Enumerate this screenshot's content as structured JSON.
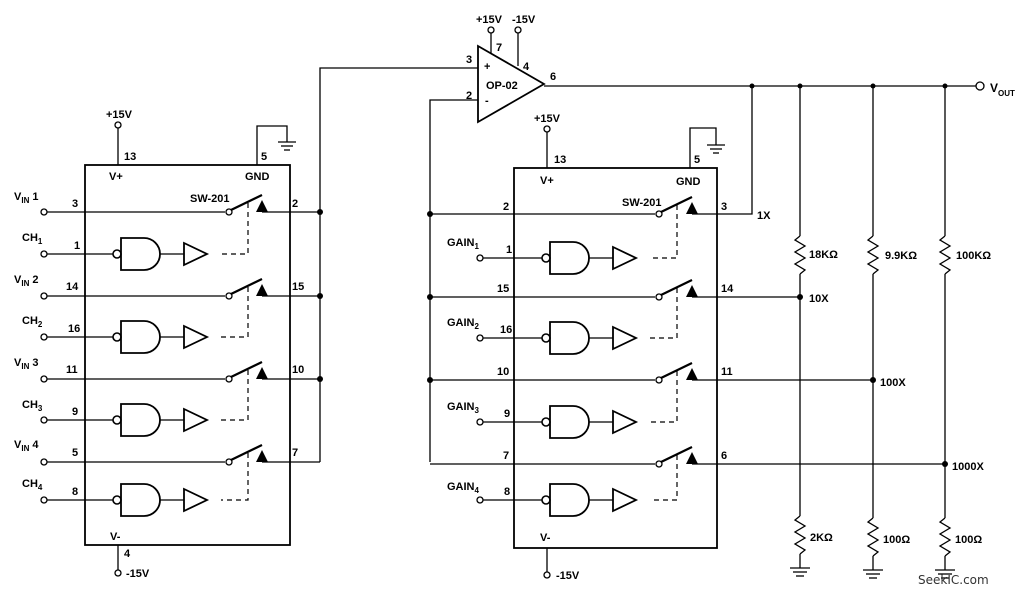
{
  "power": {
    "pos": "+15V",
    "neg": "-15V"
  },
  "opamp": {
    "name": "OP-02",
    "pin_plus": "+",
    "pin_minus": "-",
    "pin3": "3",
    "pin2": "2",
    "pin7": "7",
    "pin4": "4",
    "pin6": "6"
  },
  "output": {
    "label": "V",
    "sub": "OUT"
  },
  "left_chip": {
    "name": "SW-201",
    "vplus": "V+",
    "vminus": "V-",
    "gnd": "GND",
    "pin_vplus": "13",
    "pin_gnd": "5",
    "pin_vminus": "4",
    "inputs": [
      {
        "label": "V",
        "sub": "IN",
        "num": "1",
        "pin": "3",
        "out_pin": "2"
      },
      {
        "label": "V",
        "sub": "IN",
        "num": "2",
        "pin": "14",
        "out_pin": "15"
      },
      {
        "label": "V",
        "sub": "IN",
        "num": "3",
        "pin": "11",
        "out_pin": "10"
      },
      {
        "label": "V",
        "sub": "IN",
        "num": "4",
        "pin": "5",
        "out_pin": "7"
      }
    ],
    "controls": [
      {
        "label": "CH",
        "sub": "1",
        "pin": "1"
      },
      {
        "label": "CH",
        "sub": "2",
        "pin": "16"
      },
      {
        "label": "CH",
        "sub": "3",
        "pin": "9"
      },
      {
        "label": "CH",
        "sub": "4",
        "pin": "8"
      }
    ]
  },
  "right_chip": {
    "name": "SW-201",
    "vplus": "V+",
    "vminus": "V-",
    "gnd": "GND",
    "pin_vplus": "13",
    "pin_gnd": "5",
    "inputs": [
      {
        "pin": "2",
        "out_pin": "3"
      },
      {
        "pin": "15",
        "out_pin": "14"
      },
      {
        "pin": "10",
        "out_pin": "11"
      },
      {
        "pin": "7",
        "out_pin": "6"
      }
    ],
    "controls": [
      {
        "label": "GAIN",
        "sub": "1",
        "pin": "1"
      },
      {
        "label": "GAIN",
        "sub": "2",
        "pin": "16"
      },
      {
        "label": "GAIN",
        "sub": "3",
        "pin": "9"
      },
      {
        "label": "GAIN",
        "sub": "4",
        "pin": "8"
      }
    ]
  },
  "gains": [
    "1X",
    "10X",
    "100X",
    "1000X"
  ],
  "resistors": [
    "18KΩ",
    "2KΩ",
    "9.9KΩ",
    "100Ω",
    "100KΩ",
    "100Ω"
  ],
  "watermark": "SeekIC.com"
}
